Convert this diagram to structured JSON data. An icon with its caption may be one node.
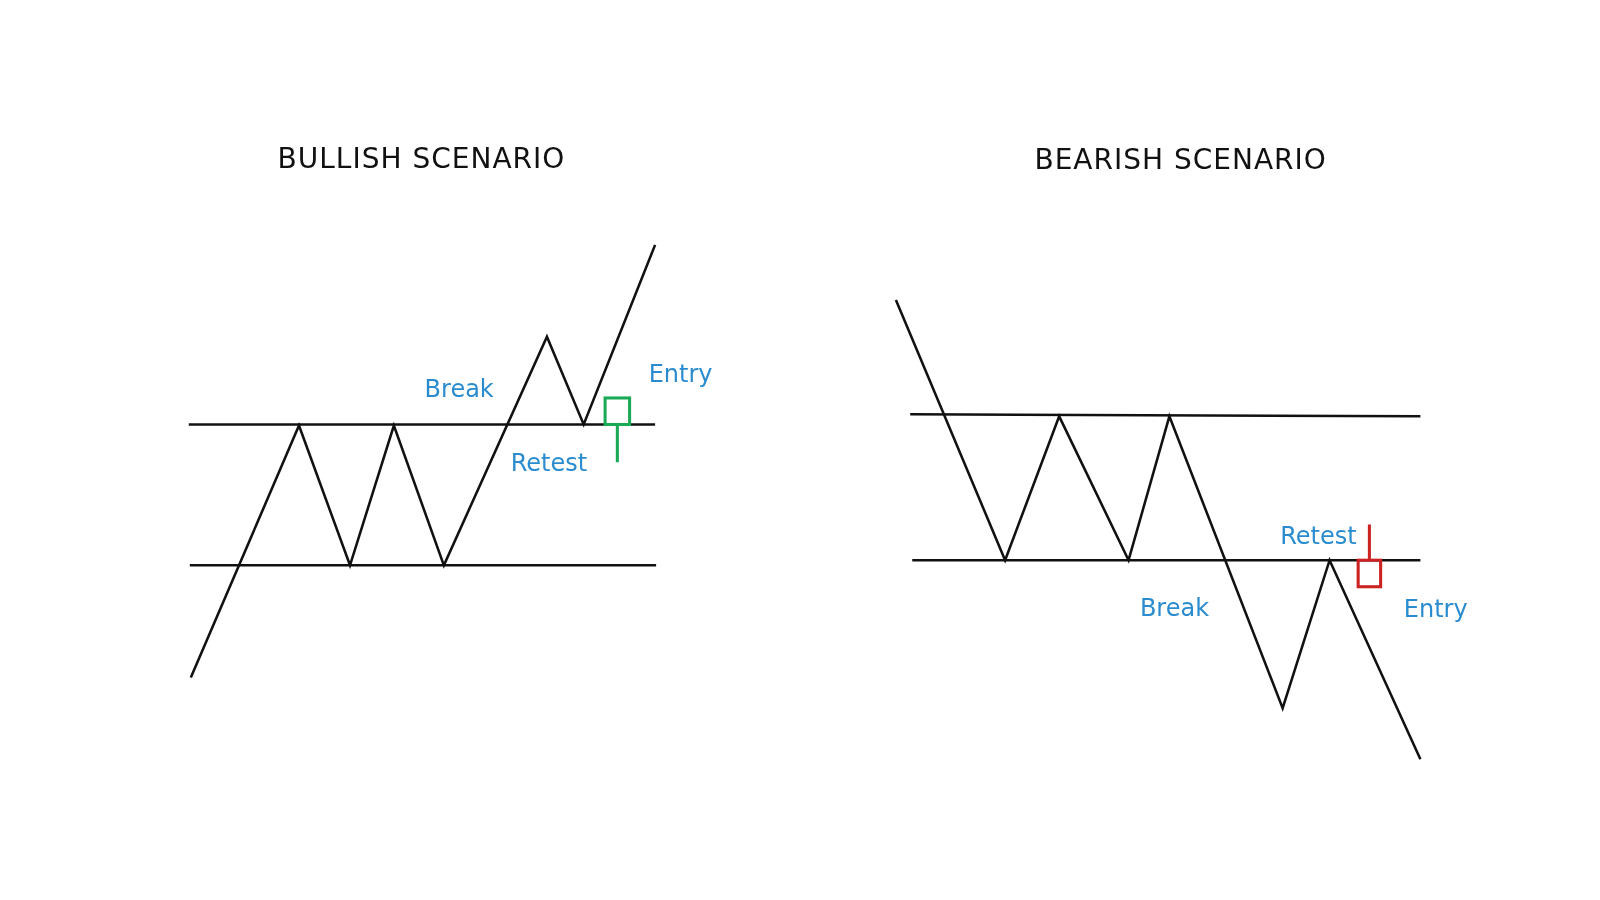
{
  "diagram": {
    "labels": [
      "BULLISH SCENARIO",
      "Entry",
      "Break",
      "Retest",
      "BEARISH SCENARIO",
      "Retest",
      "Break",
      "Entry"
    ]
  }
}
